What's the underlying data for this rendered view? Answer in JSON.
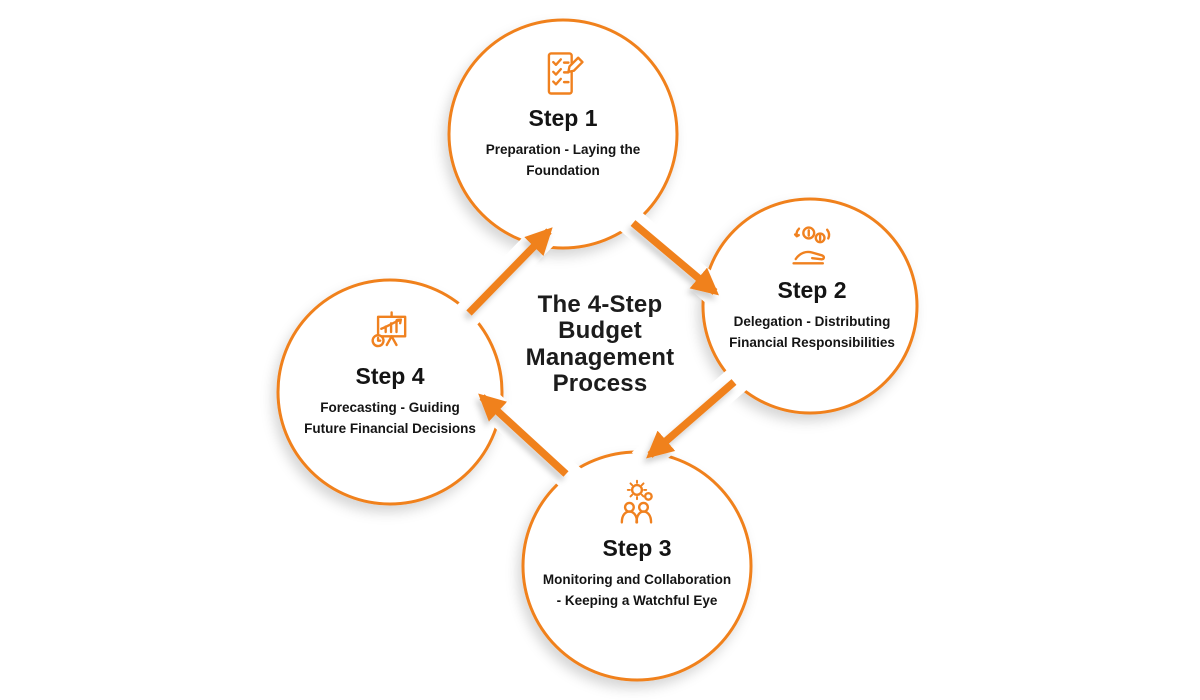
{
  "title": {
    "text": "The 4-Step Budget Management Process"
  },
  "steps": [
    {
      "label": "Step 1",
      "description": "Preparation - Laying the Foundation",
      "icon": "checklist-document-icon"
    },
    {
      "label": "Step 2",
      "description": "Delegation - Distributing Financial Responsibilities",
      "icon": "hand-money-icon"
    },
    {
      "label": "Step 3",
      "description": "Monitoring and Collaboration - Keeping a Watchful Eye",
      "icon": "people-gears-icon"
    },
    {
      "label": "Step 4",
      "description": "Forecasting - Guiding Future Financial Decisions",
      "icon": "presentation-chart-icon"
    }
  ],
  "colors": {
    "accent": "#F0811F",
    "text": "#141414",
    "background": "#FFFFFF"
  }
}
